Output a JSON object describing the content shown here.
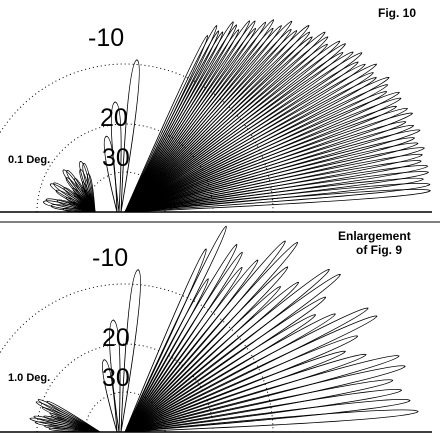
{
  "top": {
    "fig_label": "Fig. 10",
    "angle_label": "0.1 Deg.",
    "ring_labels": [
      "-10",
      "20",
      "30"
    ]
  },
  "bottom": {
    "caption_line1": "Enlargement",
    "caption_line2": "of Fig. 9",
    "angle_label": "1.0 Deg.",
    "ring_labels": [
      "-10",
      "20",
      "30"
    ]
  },
  "colors": {
    "ink": "#000000",
    "background": "#ffffff"
  }
}
